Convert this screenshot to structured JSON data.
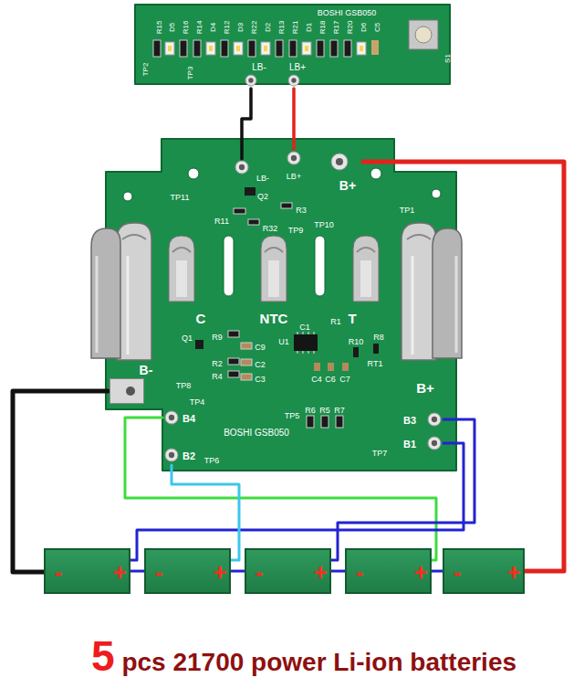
{
  "diagram": {
    "caption": "5 pcs 21700 power Li-ion batteries",
    "nodes": [
      {
        "text": [
          "BOSHI GSB050"
        ]
      },
      {
        "text": [
          "LB-"
        ],
        "in": 0
      },
      {
        "text": [
          "LB+"
        ],
        "in": 0
      },
      {
        "text": [
          "BOSHI GSB050"
        ]
      },
      {
        "text": [
          "LB-"
        ],
        "in": 3
      },
      {
        "text": [
          "LB+"
        ],
        "in": 3
      },
      {
        "text": [
          "B+"
        ],
        "in": 3
      },
      {
        "text": [
          "B-"
        ],
        "in": 3
      },
      {
        "text": [
          "B4"
        ],
        "in": 3
      },
      {
        "text": [
          "B3"
        ],
        "in": 3
      },
      {
        "text": [
          "B1"
        ],
        "in": 3
      },
      {
        "text": [
          "B2"
        ],
        "in": 3
      },
      {
        "text": [
          "-",
          "+"
        ]
      },
      {
        "text": [
          "-",
          "+"
        ]
      },
      {
        "text": [
          "-",
          "+"
        ]
      },
      {
        "text": [
          "-",
          "+"
        ]
      },
      {
        "text": [
          "-",
          "+"
        ]
      }
    ],
    "edges": [
      {
        "from": 1,
        "to": 4,
        "arrow": "none"
      },
      {
        "from": 2,
        "to": 5,
        "arrow": "none"
      },
      {
        "from": 6,
        "to": 16,
        "arrow": "none"
      },
      {
        "from": 7,
        "to": 12,
        "arrow": "none"
      },
      {
        "from": 8,
        "to": 15,
        "arrow": "none"
      },
      {
        "from": 9,
        "to": 14,
        "arrow": "none"
      },
      {
        "from": 10,
        "to": 12,
        "arrow": "none"
      },
      {
        "from": 11,
        "to": 13,
        "arrow": "none"
      },
      {
        "from": 12,
        "to": 13,
        "arrow": "none"
      },
      {
        "from": 13,
        "to": 14,
        "arrow": "none"
      },
      {
        "from": 14,
        "to": 15,
        "arrow": "none"
      },
      {
        "from": 15,
        "to": 16,
        "arrow": "none"
      }
    ],
    "labels": [
      "R15",
      "D5",
      "R16",
      "R14",
      "D4",
      "R12",
      "D3",
      "R22",
      "D2",
      "R13",
      "R21",
      "D1",
      "R18",
      "R17",
      "R20",
      "D6",
      "C5",
      "S1",
      "TP2",
      "TP3",
      "TP11",
      "Q2",
      "R11",
      "R3",
      "R32",
      "TP10",
      "TP9",
      "TP1",
      "C",
      "NTC",
      "T",
      "R1",
      "C1",
      "Q1",
      "R9",
      "U1",
      "R8",
      "R10",
      "C9",
      "RT1",
      "R2",
      "C2",
      "R4",
      "C3",
      "C4",
      "C6",
      "C7",
      "TP8",
      "B+",
      "TP4",
      "R6",
      "R5",
      "R7",
      "TP5",
      "TP7",
      "TP6"
    ]
  }
}
